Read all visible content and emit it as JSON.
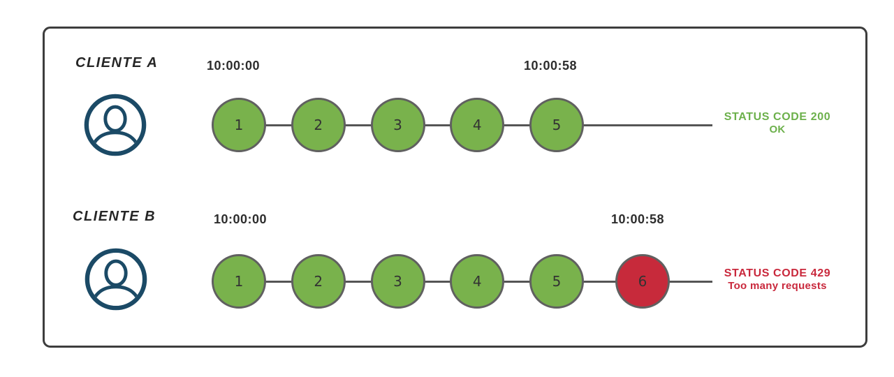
{
  "colors": {
    "success": "#79b24c",
    "blocked": "#c72a3b",
    "success_text": "#6cb04b",
    "blocked_text": "#c9283c",
    "circle_border": "#606060",
    "line": "#555555",
    "icon": "#1b4a66",
    "panel_border": "#3d3d3d",
    "time_color": "#2d2d2d",
    "label_color": "#262626"
  },
  "icons": {
    "user": "user-avatar-icon"
  },
  "rows": [
    {
      "client_label": "CLIENTE A",
      "start_time": "10:00:00",
      "end_time": "10:00:58",
      "requests": [
        {
          "label": "1",
          "state": "success"
        },
        {
          "label": "2",
          "state": "success"
        },
        {
          "label": "3",
          "state": "success"
        },
        {
          "label": "4",
          "state": "success"
        },
        {
          "label": "5",
          "state": "success"
        }
      ],
      "status": {
        "code_line": "STATUS CODE 200",
        "message_line": "OK",
        "state": "success"
      }
    },
    {
      "client_label": "CLIENTE B",
      "start_time": "10:00:00",
      "end_time": "10:00:58",
      "requests": [
        {
          "label": "1",
          "state": "success"
        },
        {
          "label": "2",
          "state": "success"
        },
        {
          "label": "3",
          "state": "success"
        },
        {
          "label": "4",
          "state": "success"
        },
        {
          "label": "5",
          "state": "success"
        },
        {
          "label": "6",
          "state": "blocked"
        }
      ],
      "status": {
        "code_line": "STATUS CODE 429",
        "message_line": "Too many requests",
        "state": "blocked"
      }
    }
  ]
}
